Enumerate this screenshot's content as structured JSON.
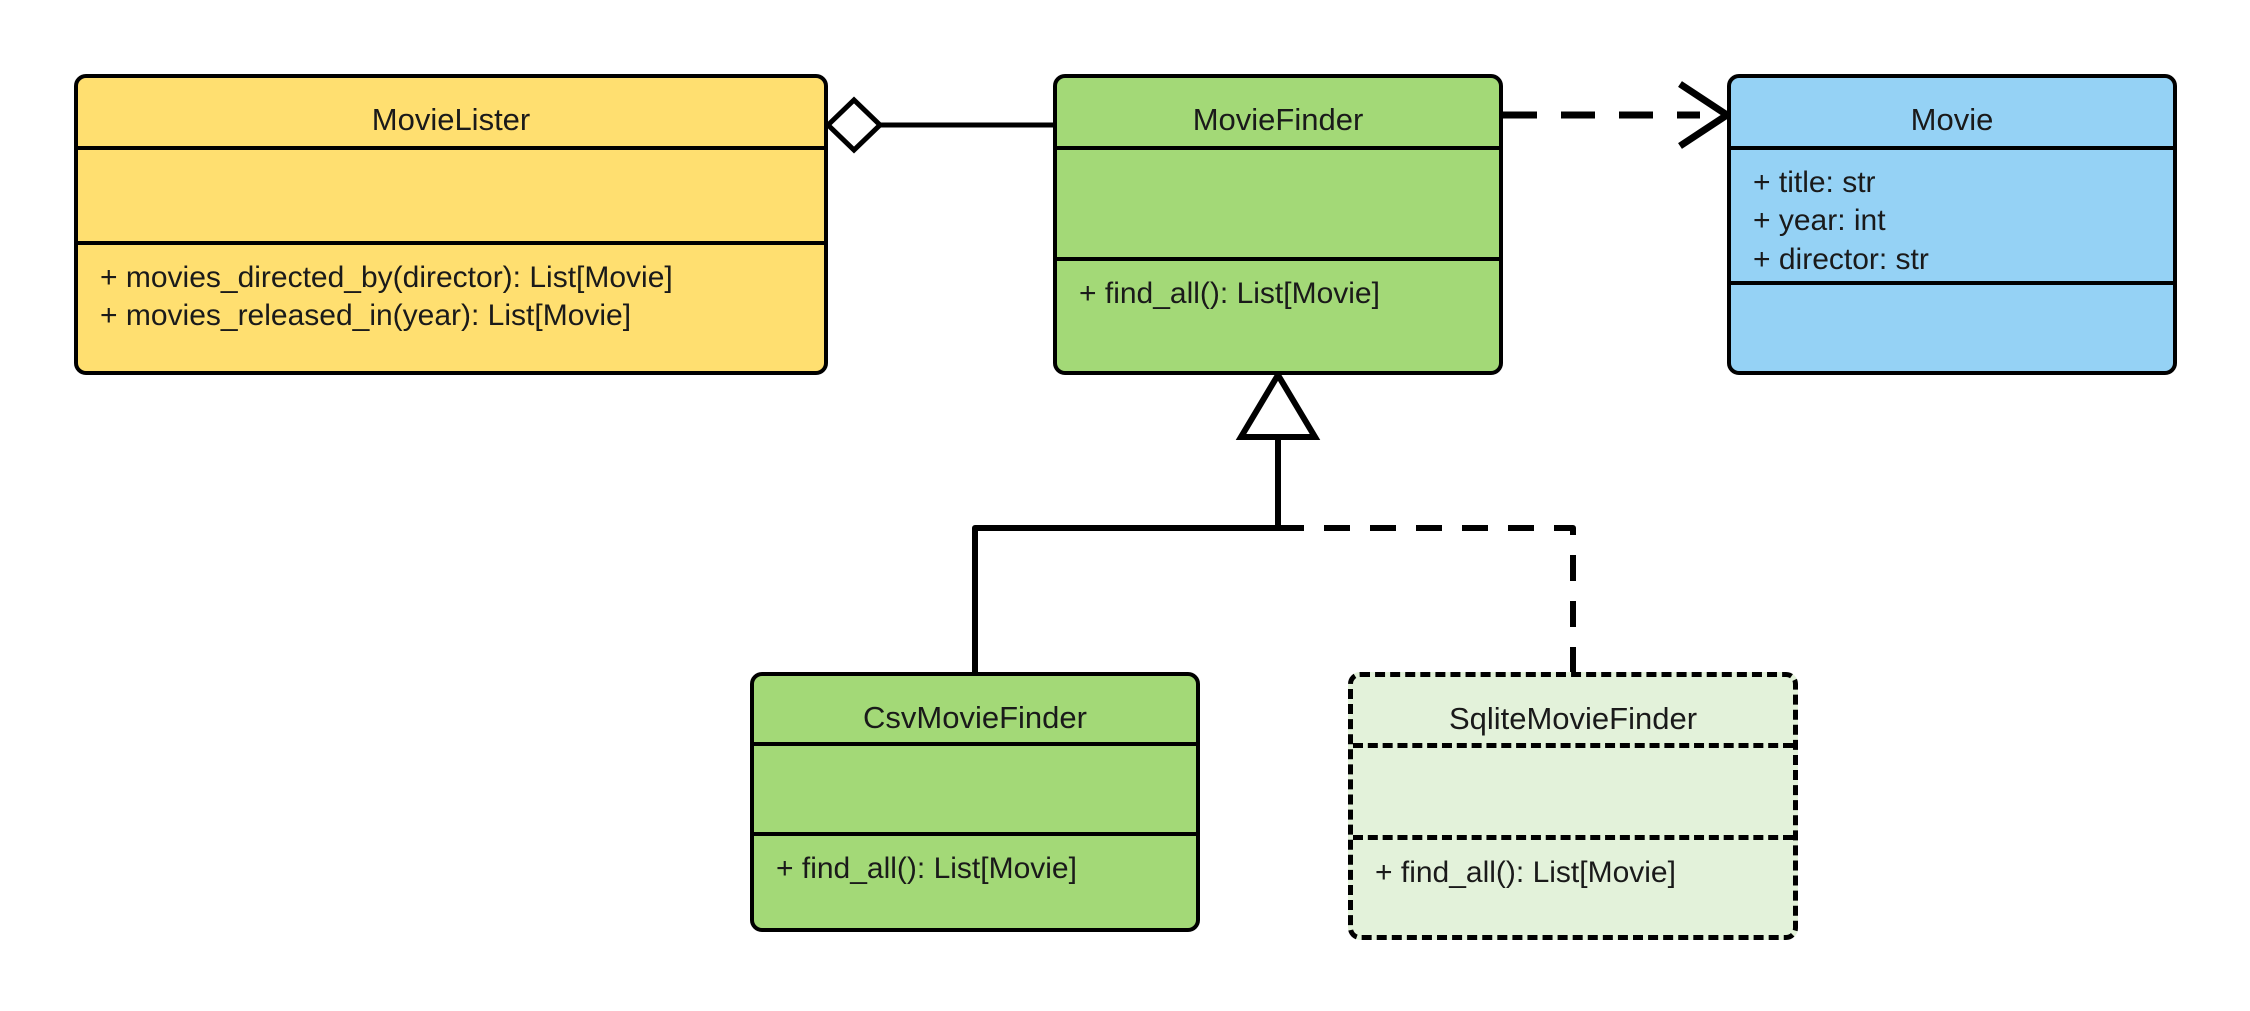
{
  "diagram": {
    "type": "uml-class-diagram",
    "background": "#ffffff",
    "colors": {
      "movielister_fill": "#FFDF70",
      "moviefinder_fill": "#A3D977",
      "movie_fill": "#95D2F5",
      "sqlitemoviefinder_fill": "#E3F2DA",
      "stroke": "#000000",
      "text": "#1a1a1a"
    }
  },
  "classes": {
    "movielister": {
      "name": "MovieLister",
      "attributes": [],
      "methods": [
        "+ movies_directed_by(director): List[Movie]",
        "+ movies_released_in(year): List[Movie]"
      ]
    },
    "moviefinder": {
      "name": "MovieFinder",
      "attributes": [],
      "methods": [
        "+ find_all(): List[Movie]"
      ]
    },
    "movie": {
      "name": "Movie",
      "attributes": [
        "+ title: str",
        "+ year: int",
        "+ director: str"
      ],
      "methods": []
    },
    "csvmoviefinder": {
      "name": "CsvMovieFinder",
      "attributes": [],
      "methods": [
        "+ find_all(): List[Movie]"
      ]
    },
    "sqlitemoviefinder": {
      "name": "SqliteMovieFinder",
      "attributes": [],
      "methods": [
        "+ find_all(): List[Movie]"
      ]
    }
  },
  "relationships": [
    {
      "id": "aggregation-movielister-moviefinder",
      "kind": "aggregation",
      "from": "MovieLister",
      "to": "MovieFinder",
      "line": "solid",
      "marker": "hollow-diamond"
    },
    {
      "id": "dependency-moviefinder-movie",
      "kind": "dependency",
      "from": "MovieFinder",
      "to": "Movie",
      "line": "dashed",
      "marker": "open-arrow"
    },
    {
      "id": "inheritance-csvmoviefinder-moviefinder",
      "kind": "generalization",
      "from": "CsvMovieFinder",
      "to": "MovieFinder",
      "line": "solid",
      "marker": "hollow-triangle"
    },
    {
      "id": "inheritance-sqlitemoviefinder-moviefinder",
      "kind": "generalization",
      "from": "SqliteMovieFinder",
      "to": "MovieFinder",
      "line": "dashed",
      "marker": "hollow-triangle"
    }
  ]
}
